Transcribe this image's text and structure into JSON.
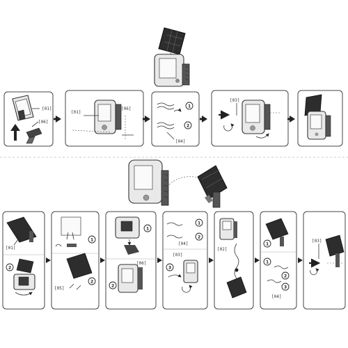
{
  "labels": {
    "p01": "[01]",
    "p03": "[03]",
    "p04": "[04]",
    "p05": "[05]",
    "p06": "[06]",
    "p02": "[02]"
  },
  "callouts": {
    "one": "1",
    "two": "2",
    "three": "3"
  },
  "icons": [
    "arrow-right-icon",
    "arrow-up-icon",
    "circular-arrow-icon",
    "screw-icon",
    "solar-panel-icon",
    "lamp-icon",
    "cable-icon"
  ]
}
